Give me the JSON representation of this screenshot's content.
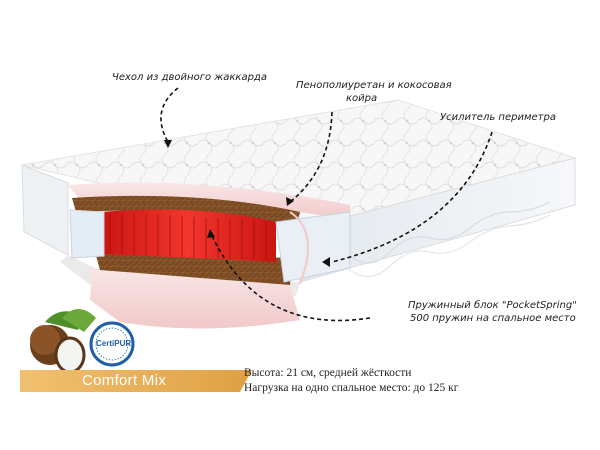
{
  "callouts": {
    "cover": "Чехол из двойного жаккарда",
    "foam_line1": "Пенополиуретан и кокосовая",
    "foam_line2": "койра",
    "perimeter": "Усилитель периметра",
    "spring_line1": "Пружинный блок \"PocketSpring\"",
    "spring_line2": "500 пружин на спальное место"
  },
  "badge": {
    "cert_main": "CertiPUR",
    "model_name": "Comfort Mix"
  },
  "specs": {
    "height": "Высота: 21 см, средней жёсткости",
    "load": "Нагрузка на одно спальное место: до 125 кг"
  },
  "colors": {
    "spring_red": "#e8231e",
    "coir_brown": "#7a4a22",
    "foam_pink": "#f6d8d8",
    "badge_orange": "#eab055",
    "cert_blue": "#1f5fa8"
  }
}
